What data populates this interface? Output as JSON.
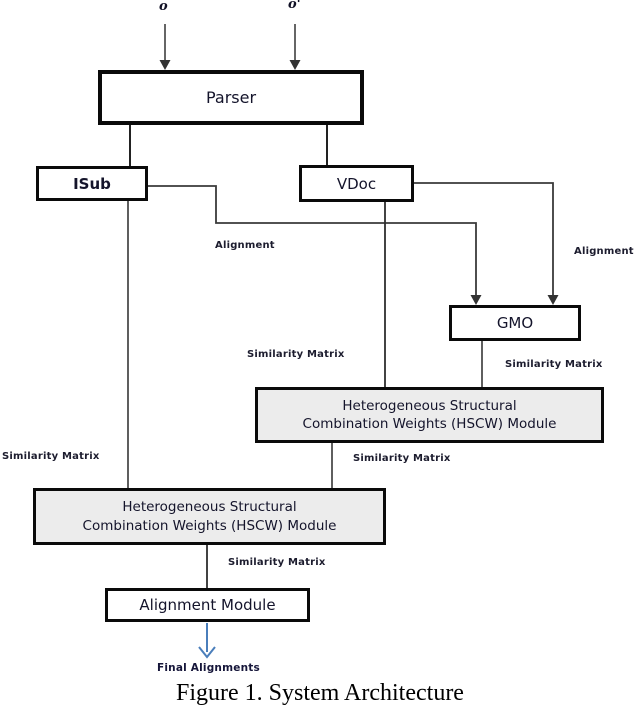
{
  "diagram": {
    "inputs": {
      "left": "o",
      "right": "o'"
    },
    "nodes": {
      "parser": "Parser",
      "isub": "ISub",
      "vdoc": "VDoc",
      "gmo": "GMO",
      "hscw_line1": "Heterogeneous Structural",
      "hscw_line2": "Combination Weights (HSCW) Module",
      "alignment_module": "Alignment Module"
    },
    "edge_labels": {
      "alignment": "Alignment",
      "similarity_matrix": "Similarity Matrix"
    },
    "output_label": "Final Alignments",
    "caption": "Figure 1. System Architecture",
    "colors": {
      "line": "#404040",
      "arrowhead": "#333333",
      "final_arrow_blue": "#4a7ebb",
      "box_border": "#0a0a0a",
      "hscw_fill": "#ececec"
    }
  }
}
